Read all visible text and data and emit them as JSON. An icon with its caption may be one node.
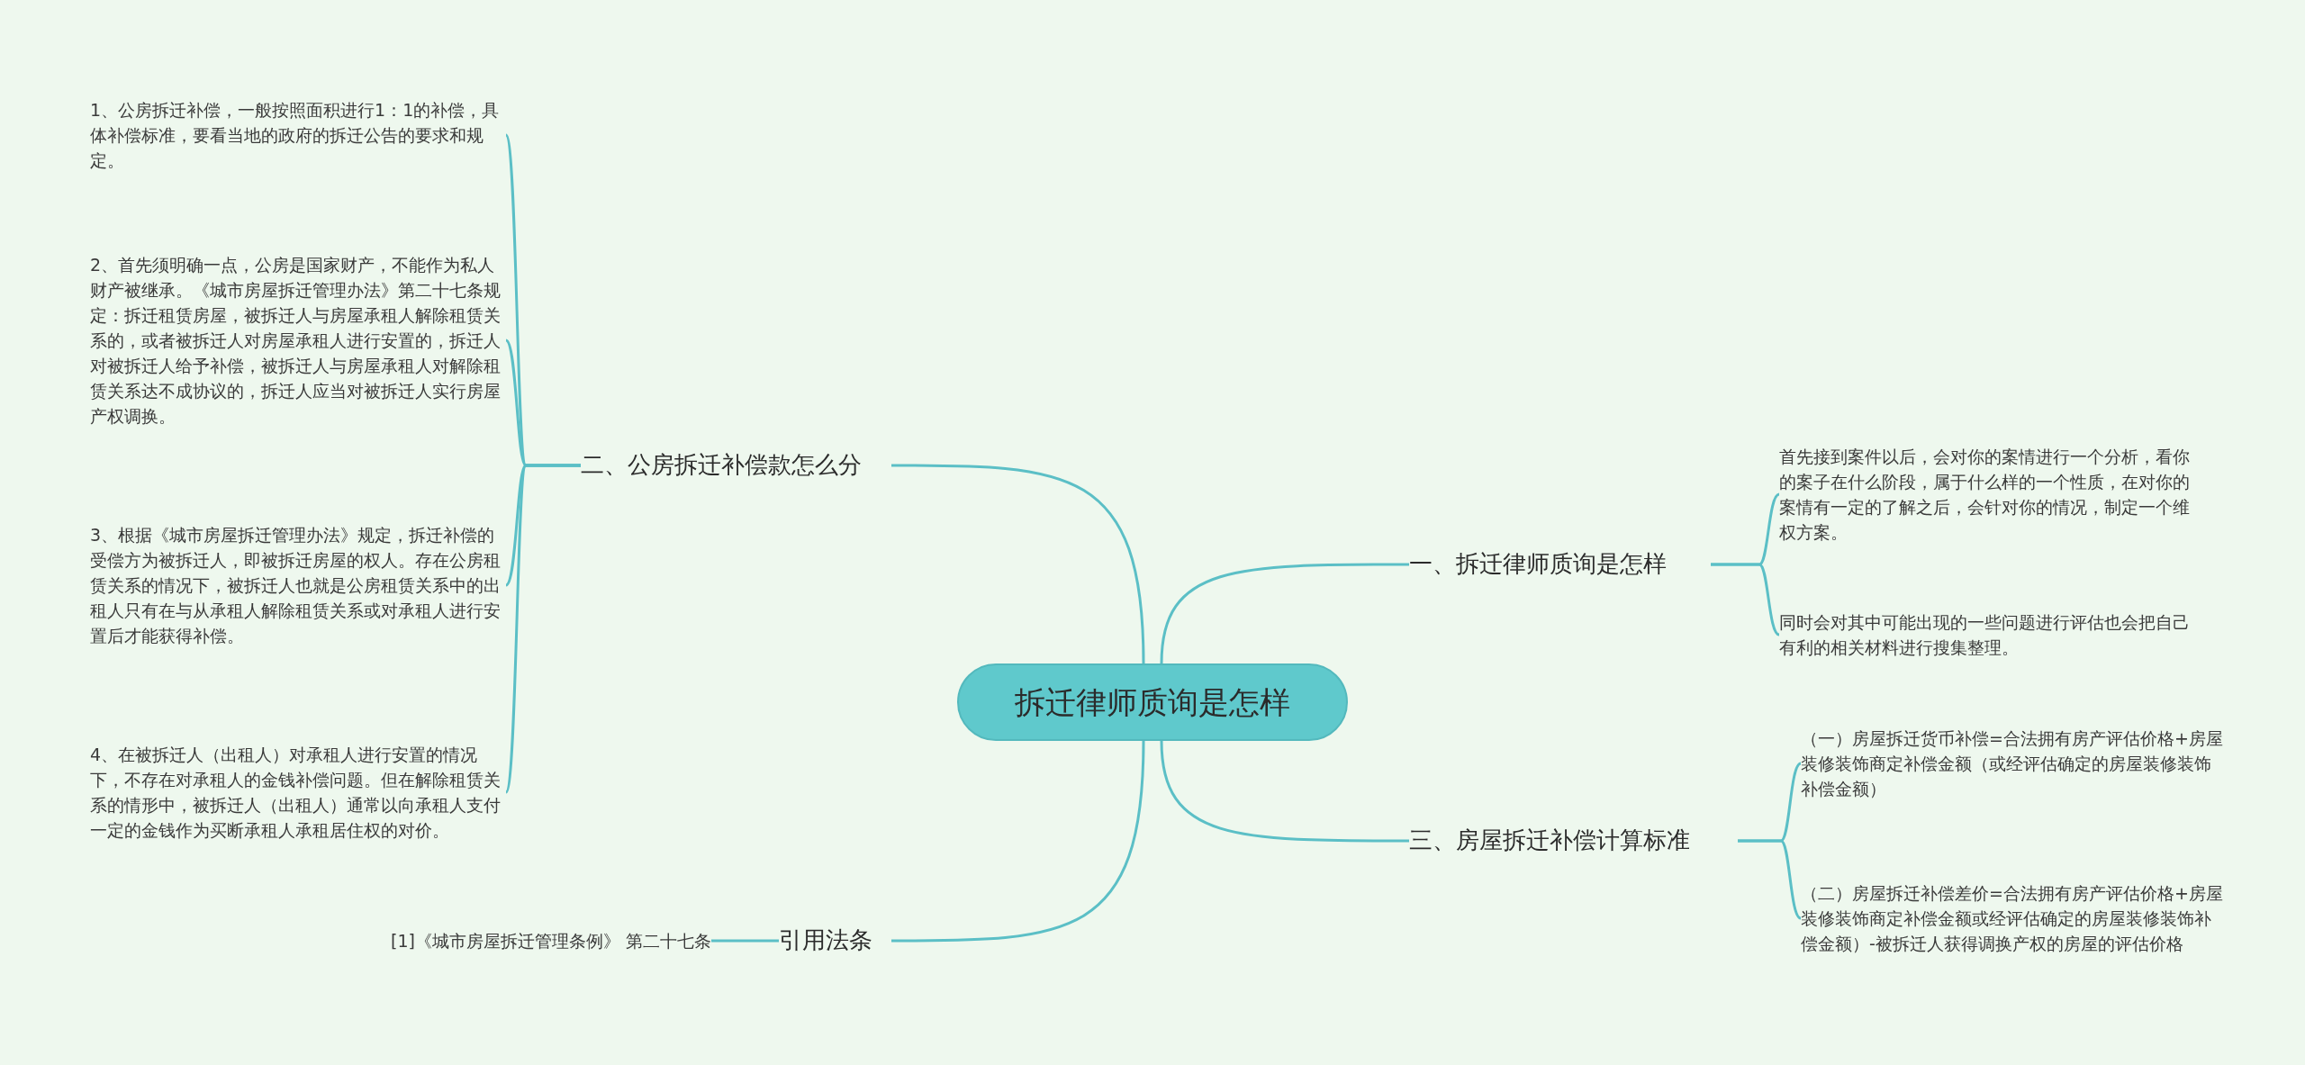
{
  "diagram": {
    "nodes": [
      {
        "text": [
          "拆迁律师质询是怎样"
        ]
      },
      {
        "text": [
          "二、公房拆迁补偿款怎么分"
        ]
      },
      {
        "text": [
          "1、公房拆迁补偿，一般按照面积进行1：1的补偿，具体补偿标准，要看当地的政府的拆迁公告的要求和规定。"
        ]
      },
      {
        "text": [
          "2、首先须明确一点，公房是国家财产，不能作为私人财产被继承。《城市房屋拆迁管理办法》第二十七条规定：拆迁租赁房屋，被拆迁人与房屋承租人解除租赁关系的，或者被拆迁人对房屋承租人进行安置的，拆迁人对被拆迁人给予补偿，被拆迁人与房屋承租人对解除租赁关系达不成协议的，拆迁人应当对被拆迁人实行房屋产权调换。"
        ]
      },
      {
        "text": [
          "3、根据《城市房屋拆迁管理办法》规定，拆迁补偿的受偿方为被拆迁人，即被拆迁房屋的权人。存在公房租赁关系的情况下，被拆迁人也就是公房租赁关系中的出租人只有在与从承租人解除租赁关系或对承租人进行安置后才能获得补偿。"
        ]
      },
      {
        "text": [
          "4、在被拆迁人（出租人）对承租人进行安置的情况下，不存在对承租人的金钱补偿问题。但在解除租赁关系的情形中，被拆迁人（出租人）通常以向承租人支付一定的金钱作为买断承租人承租居住权的对价。"
        ]
      },
      {
        "text": [
          "一、拆迁律师质询是怎样"
        ]
      },
      {
        "text": [
          "首先接到案件以后，会对你的案情进行一个分析，看你的案子在什么阶段，属于什么样的一个性质，在对你的案情有一定的了解之后，会针对你的情况，制定一个维权方案。"
        ]
      },
      {
        "text": [
          "同时会对其中可能出现的一些问题进行评估也会把自己有利的相关材料进行搜集整理。"
        ]
      },
      {
        "text": [
          "三、房屋拆迁补偿计算标准"
        ]
      },
      {
        "text": [
          "（一）房屋拆迁货币补偿=合法拥有房产评估价格+房屋装修装饰商定补偿金额（或经评估确定的房屋装修装饰补偿金额）"
        ]
      },
      {
        "text": [
          "（二）房屋拆迁补偿差价=合法拥有房产评估价格+房屋装修装饰商定补偿金额或经评估确定的房屋装修装饰补偿金额）-被拆迁人获得调换产权的房屋的评估价格"
        ]
      },
      {
        "text": [
          "引用法条"
        ]
      },
      {
        "text": [
          "[1]《城市房屋拆迁管理条例》 第二十七条"
        ]
      }
    ],
    "edges": [
      {
        "from": 0,
        "to": 1,
        "arrow": "none"
      },
      {
        "from": 1,
        "to": 2,
        "arrow": "none"
      },
      {
        "from": 1,
        "to": 3,
        "arrow": "none"
      },
      {
        "from": 1,
        "to": 4,
        "arrow": "none"
      },
      {
        "from": 1,
        "to": 5,
        "arrow": "none"
      },
      {
        "from": 0,
        "to": 6,
        "arrow": "none"
      },
      {
        "from": 6,
        "to": 7,
        "arrow": "none"
      },
      {
        "from": 6,
        "to": 8,
        "arrow": "none"
      },
      {
        "from": 0,
        "to": 9,
        "arrow": "none"
      },
      {
        "from": 9,
        "to": 10,
        "arrow": "none"
      },
      {
        "from": 9,
        "to": 11,
        "arrow": "none"
      },
      {
        "from": 0,
        "to": 12,
        "arrow": "none"
      },
      {
        "from": 12,
        "to": 13,
        "arrow": "none"
      }
    ]
  }
}
